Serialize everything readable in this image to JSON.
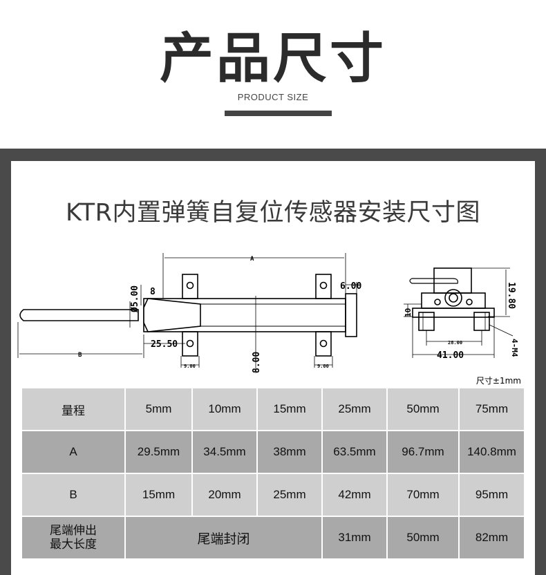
{
  "header": {
    "title": "产品尺寸",
    "subtitle": "PRODUCT SIZE"
  },
  "main_title": "KTR内置弹簧自复位传感器安装尺寸图",
  "dimensions": {
    "a": "A",
    "b": "B",
    "d_05": "Ø5.00",
    "d_8": "8",
    "d_6": "6.00",
    "d_25_50": "25.50",
    "d_8_00": "8.00",
    "d_9_left": "9.00",
    "d_9_right": "9.00",
    "d_19_80": "19.80",
    "d_10": "10",
    "d_41": "41.00",
    "d_28": "28.00",
    "d_4m4": "4-M4"
  },
  "tolerance_note": "尺寸±1mm",
  "table": {
    "rows": [
      {
        "label": "量程",
        "cells": [
          "5mm",
          "10mm",
          "15mm",
          "25mm",
          "50mm",
          "75mm"
        ]
      },
      {
        "label": "A",
        "cells": [
          "29.5mm",
          "34.5mm",
          "38mm",
          "63.5mm",
          "96.7mm",
          "140.8mm"
        ]
      },
      {
        "label": "B",
        "cells": [
          "15mm",
          "20mm",
          "25mm",
          "42mm",
          "70mm",
          "95mm"
        ]
      },
      {
        "label_line1": "尾端伸出",
        "label_line2": "最大长度",
        "merged": "尾端封闭",
        "cells": [
          "31mm",
          "50mm",
          "82mm"
        ]
      }
    ]
  }
}
